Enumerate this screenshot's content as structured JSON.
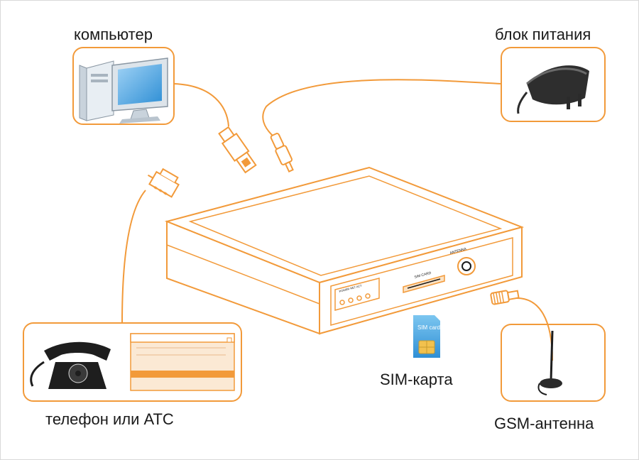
{
  "labels": {
    "computer": "компьютер",
    "power": "блок питания",
    "phone": "телефон или АТС",
    "sim": "SIM-карта",
    "antenna": "GSM-антенна"
  },
  "device_text": {
    "sim_slot": "SIM CARD",
    "antenna_port": "ANTENNA",
    "indicators": "POWER NET ACT"
  },
  "sim_card_text": "SIM card",
  "colors": {
    "accent": "#f29a3a",
    "accent_light": "#fbe2c4",
    "text": "#1a1a1a",
    "sim_blue": "#4aa8df"
  }
}
